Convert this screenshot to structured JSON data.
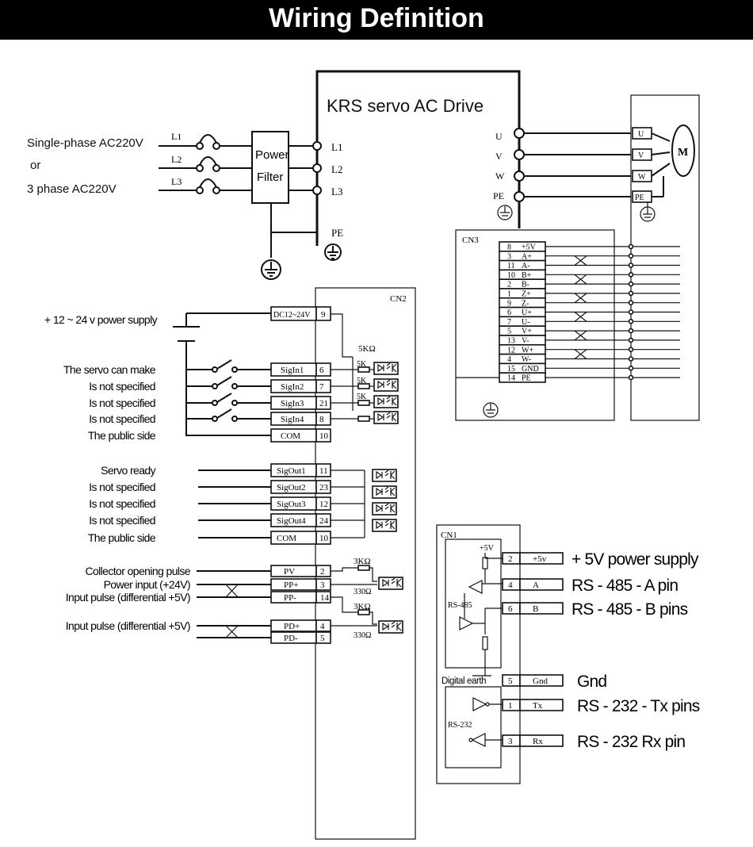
{
  "header": {
    "title": "Wiring Definition"
  },
  "drive": {
    "title": "KRS servo AC Drive"
  },
  "power_input": {
    "labels": [
      "Single-phase AC220V",
      "or",
      "3 phase AC220V"
    ],
    "lines": [
      "L1",
      "L2",
      "L3"
    ],
    "filter": [
      "Power",
      "Filter"
    ],
    "drive_terminals": [
      "L1",
      "L2",
      "L3",
      "PE"
    ]
  },
  "motor": {
    "terminals": [
      "U",
      "V",
      "W",
      "PE"
    ],
    "symbol": "M"
  },
  "cn3": {
    "title": "CN3",
    "pins": [
      {
        "num": "8",
        "sig": "+5V"
      },
      {
        "num": "3",
        "sig": "A+"
      },
      {
        "num": "11",
        "sig": "A-"
      },
      {
        "num": "10",
        "sig": "B+"
      },
      {
        "num": "2",
        "sig": "B-"
      },
      {
        "num": "1",
        "sig": "Z+"
      },
      {
        "num": "9",
        "sig": "Z-"
      },
      {
        "num": "6",
        "sig": "U+"
      },
      {
        "num": "7",
        "sig": "U-"
      },
      {
        "num": "5",
        "sig": "V+"
      },
      {
        "num": "13",
        "sig": "V-"
      },
      {
        "num": "12",
        "sig": "W+"
      },
      {
        "num": "4",
        "sig": "W-"
      },
      {
        "num": "15",
        "sig": "GND"
      },
      {
        "num": "14",
        "sig": "PE"
      }
    ]
  },
  "cn2": {
    "title": "CN2",
    "supply_label": "+ 12 ~ 24 v power supply",
    "dc_pin": {
      "name": "DC12~24V",
      "num": "9"
    },
    "resistor_5k": "5KΩ",
    "inputs": [
      {
        "label": "The servo can make",
        "name": "SigIn1",
        "num": "6"
      },
      {
        "label": "Is not specified",
        "name": "SigIn2",
        "num": "7"
      },
      {
        "label": "Is not specified",
        "name": "SigIn3",
        "num": "21"
      },
      {
        "label": "Is not specified",
        "name": "SigIn4",
        "num": "8"
      },
      {
        "label": "The public side",
        "name": "COM",
        "num": "10"
      }
    ],
    "outputs": [
      {
        "label": "Servo ready",
        "name": "SigOut1",
        "num": "11"
      },
      {
        "label": "Is not specified",
        "name": "SigOut2",
        "num": "23"
      },
      {
        "label": "Is not specified",
        "name": "SigOut3",
        "num": "12"
      },
      {
        "label": "Is not specified",
        "name": "SigOut4",
        "num": "24"
      },
      {
        "label": "The public side",
        "name": "COM",
        "num": "10"
      }
    ],
    "pulse": [
      {
        "label": "Collector opening pulse",
        "name": "PV",
        "num": "2"
      },
      {
        "label": "Power input (+24V)",
        "name": "PP+",
        "num": "3"
      },
      {
        "label": "Input pulse (differential +5V)",
        "name": "PP-",
        "num": "14"
      }
    ],
    "dir": [
      {
        "label": "Input pulse (differential +5V)",
        "name": "PD+",
        "num": "4"
      },
      {
        "label": "",
        "name": "PD-",
        "num": "5"
      }
    ],
    "resistor_3k": "3KΩ",
    "resistor_330": "330Ω"
  },
  "cn1": {
    "title": "CN1",
    "plus5": "+5V",
    "rs485": "RS-485",
    "rs232": "RS-232",
    "digital_earth": "Digital earth",
    "pins": [
      {
        "num": "2",
        "sig": "+5v",
        "desc": "+ 5V power supply"
      },
      {
        "num": "4",
        "sig": "A",
        "desc": "RS - 485 - A pin"
      },
      {
        "num": "6",
        "sig": "B",
        "desc": "RS - 485 - B pins"
      },
      {
        "num": "5",
        "sig": "Gnd",
        "desc": "Gnd"
      },
      {
        "num": "1",
        "sig": "Tx",
        "desc": "RS - 232 - Tx pins"
      },
      {
        "num": "3",
        "sig": "Rx",
        "desc": "RS - 232 Rx pin"
      }
    ]
  }
}
